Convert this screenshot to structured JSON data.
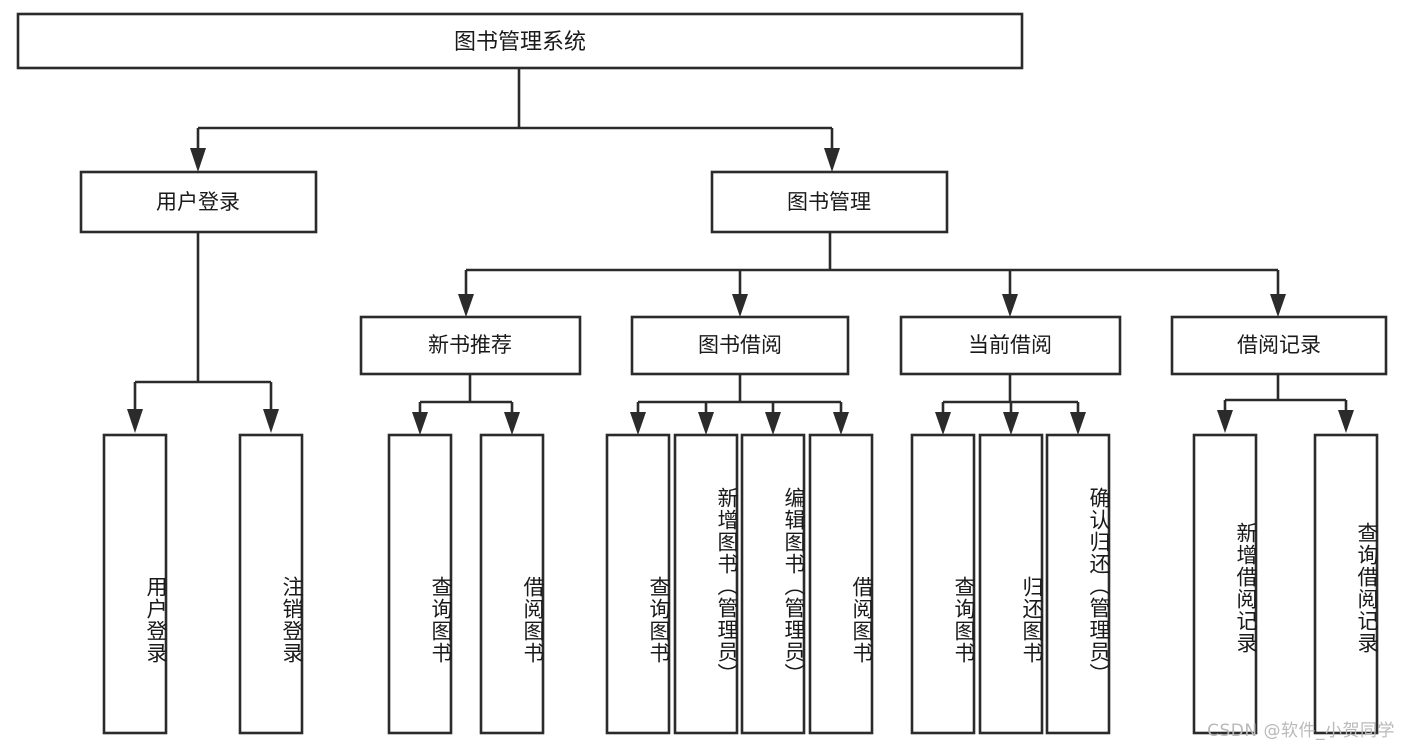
{
  "diagram": {
    "kind": "functional-structure-tree",
    "title": "图书管理系统",
    "watermark": "CSDN @软件_小贺同学",
    "colors": {
      "background": "#ffffff",
      "box_stroke": "#2b2b2b",
      "box_fill": "#ffffff",
      "text": "#1a1a1a",
      "watermark_text": "#b9b9b9"
    },
    "root": {
      "label": "图书管理系统"
    },
    "level1": [
      {
        "id": "user-login",
        "label": "用户登录"
      },
      {
        "id": "book-management",
        "label": "图书管理"
      }
    ],
    "level2": [
      {
        "id": "new-book-recommend",
        "label": "新书推荐",
        "parent": "book-management"
      },
      {
        "id": "book-borrow",
        "label": "图书借阅",
        "parent": "book-management"
      },
      {
        "id": "current-borrow",
        "label": "当前借阅",
        "parent": "book-management"
      },
      {
        "id": "borrow-record",
        "label": "借阅记录",
        "parent": "book-management"
      }
    ],
    "leaves": {
      "user-login": [
        {
          "id": "leaf-user-login",
          "label": "用户登录"
        },
        {
          "id": "leaf-user-logout",
          "label": "注销登录"
        }
      ],
      "new-book-recommend": [
        {
          "id": "leaf-query-book-1",
          "label": "查询图书"
        },
        {
          "id": "leaf-borrow-book-1",
          "label": "借阅图书"
        }
      ],
      "book-borrow": [
        {
          "id": "leaf-query-book-2",
          "label": "查询图书"
        },
        {
          "id": "leaf-add-book",
          "label": "新增图书（管理员）"
        },
        {
          "id": "leaf-edit-book",
          "label": "编辑图书（管理员）"
        },
        {
          "id": "leaf-borrow-book-2",
          "label": "借阅图书"
        }
      ],
      "current-borrow": [
        {
          "id": "leaf-query-book-3",
          "label": "查询图书"
        },
        {
          "id": "leaf-return-book",
          "label": "归还图书"
        },
        {
          "id": "leaf-confirm-return",
          "label": "确认归还（管理员）"
        }
      ],
      "borrow-record": [
        {
          "id": "leaf-add-record",
          "label": "新增借阅记录"
        },
        {
          "id": "leaf-query-record",
          "label": "查询借阅记录"
        }
      ]
    }
  }
}
